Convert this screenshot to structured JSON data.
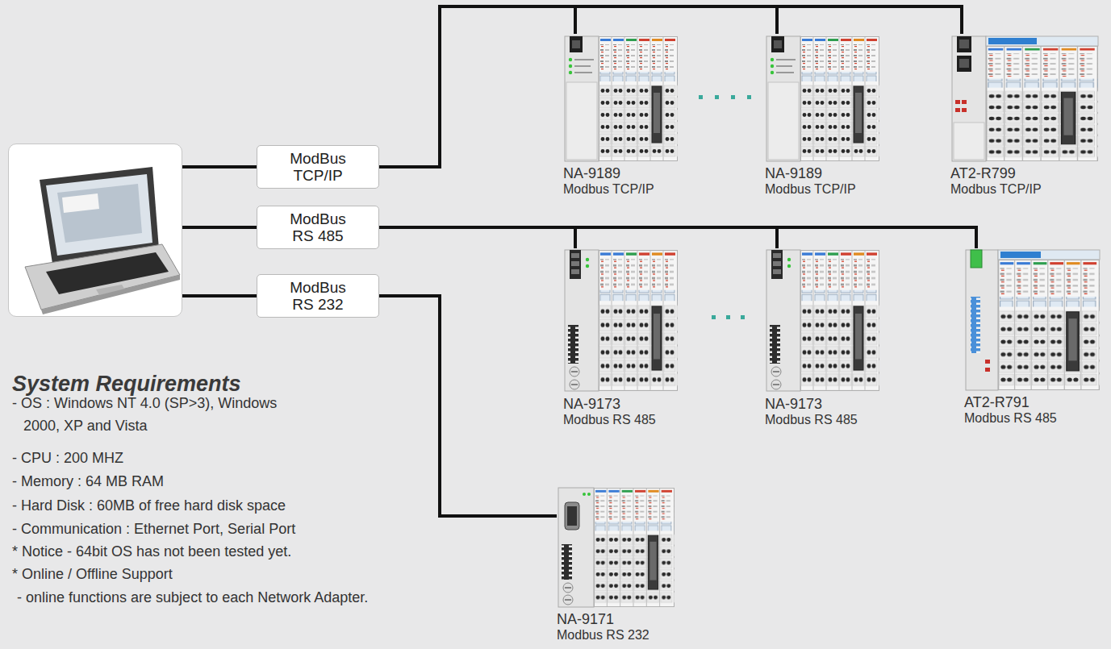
{
  "diagram": {
    "nodes": [
      {
        "text": []
      },
      {
        "text": [
          "ModBus TCP/IP"
        ]
      },
      {
        "text": [
          "ModBus RS 485"
        ]
      },
      {
        "text": [
          "ModBus RS 232"
        ]
      },
      {
        "text": [
          "NA-9189",
          "Modbus TCP/IP"
        ]
      },
      {
        "text": [
          "NA-9189",
          "Modbus TCP/IP"
        ]
      },
      {
        "text": [
          "AT2-R799",
          "Modbus TCP/IP"
        ]
      },
      {
        "text": [
          "NA-9173",
          "Modbus RS 485"
        ]
      },
      {
        "text": [
          "NA-9173",
          "Modbus RS 485"
        ]
      },
      {
        "text": [
          "AT2-R791",
          "Modbus RS 485"
        ]
      },
      {
        "text": [
          "NA-9171",
          "Modbus RS 232"
        ]
      }
    ],
    "edges": [
      {
        "from": 0,
        "to": 1,
        "arrow": "none"
      },
      {
        "from": 0,
        "to": 2,
        "arrow": "none"
      },
      {
        "from": 0,
        "to": 3,
        "arrow": "none"
      },
      {
        "from": 1,
        "to": 4,
        "arrow": "none"
      },
      {
        "from": 1,
        "to": 5,
        "arrow": "none"
      },
      {
        "from": 1,
        "to": 6,
        "arrow": "none"
      },
      {
        "from": 2,
        "to": 7,
        "arrow": "none"
      },
      {
        "from": 2,
        "to": 8,
        "arrow": "none"
      },
      {
        "from": 2,
        "to": 9,
        "arrow": "none"
      },
      {
        "from": 3,
        "to": 10,
        "arrow": "none"
      }
    ],
    "labels": [
      "System Requirements",
      "- OS : Windows NT 4.0 (SP>3), Windows 2000, XP and Vista",
      "- CPU : 200 MHZ",
      "- Memory : 64 MB RAM",
      "- Hard Disk : 60MB of free hard disk space",
      "- Communication : Ethernet Port, Serial Port",
      "* Notice - 64bit OS has not been tested yet.",
      "* Online / Offline Support",
      "- online functions are subject to each Network Adapter."
    ]
  }
}
